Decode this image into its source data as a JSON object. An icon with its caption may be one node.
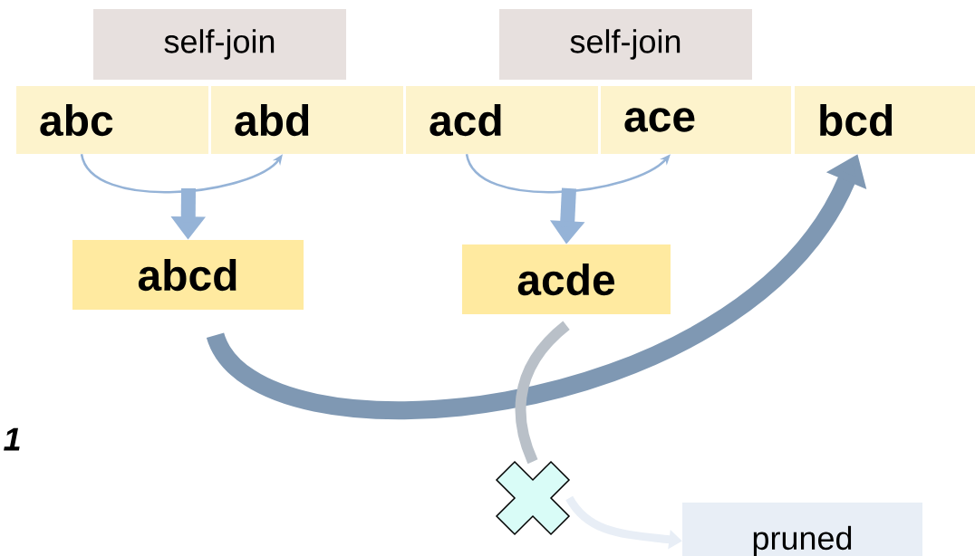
{
  "diagram": {
    "nodes": [
      {
        "text": [
          "self-join"
        ]
      },
      {
        "text": [
          "self-join"
        ]
      },
      {
        "text": [
          "abc"
        ]
      },
      {
        "text": [
          "abd"
        ]
      },
      {
        "text": [
          "acd"
        ]
      },
      {
        "text": [
          "ace"
        ]
      },
      {
        "text": [
          "bcd"
        ]
      },
      {
        "text": [
          "abcd"
        ]
      },
      {
        "text": [
          "acde"
        ]
      },
      {
        "text": [],
        "shape": "cross"
      },
      {
        "text": [
          "pruned"
        ]
      }
    ],
    "edges": [
      {
        "from": 2,
        "to": 3,
        "arrow": "to"
      },
      {
        "from": null,
        "to": 7,
        "arrow": "to"
      },
      {
        "from": 4,
        "to": 5,
        "arrow": "to"
      },
      {
        "from": null,
        "to": 8,
        "arrow": "to"
      },
      {
        "from": 7,
        "to": 6,
        "arrow": "to",
        "color": "#7f98b3"
      },
      {
        "from": 8,
        "to": 9,
        "arrow": "none",
        "color": "#b9c0c8"
      },
      {
        "from": 9,
        "to": 10,
        "arrow": "to",
        "color": "#e8eef6"
      }
    ],
    "labels": [
      "1"
    ]
  }
}
